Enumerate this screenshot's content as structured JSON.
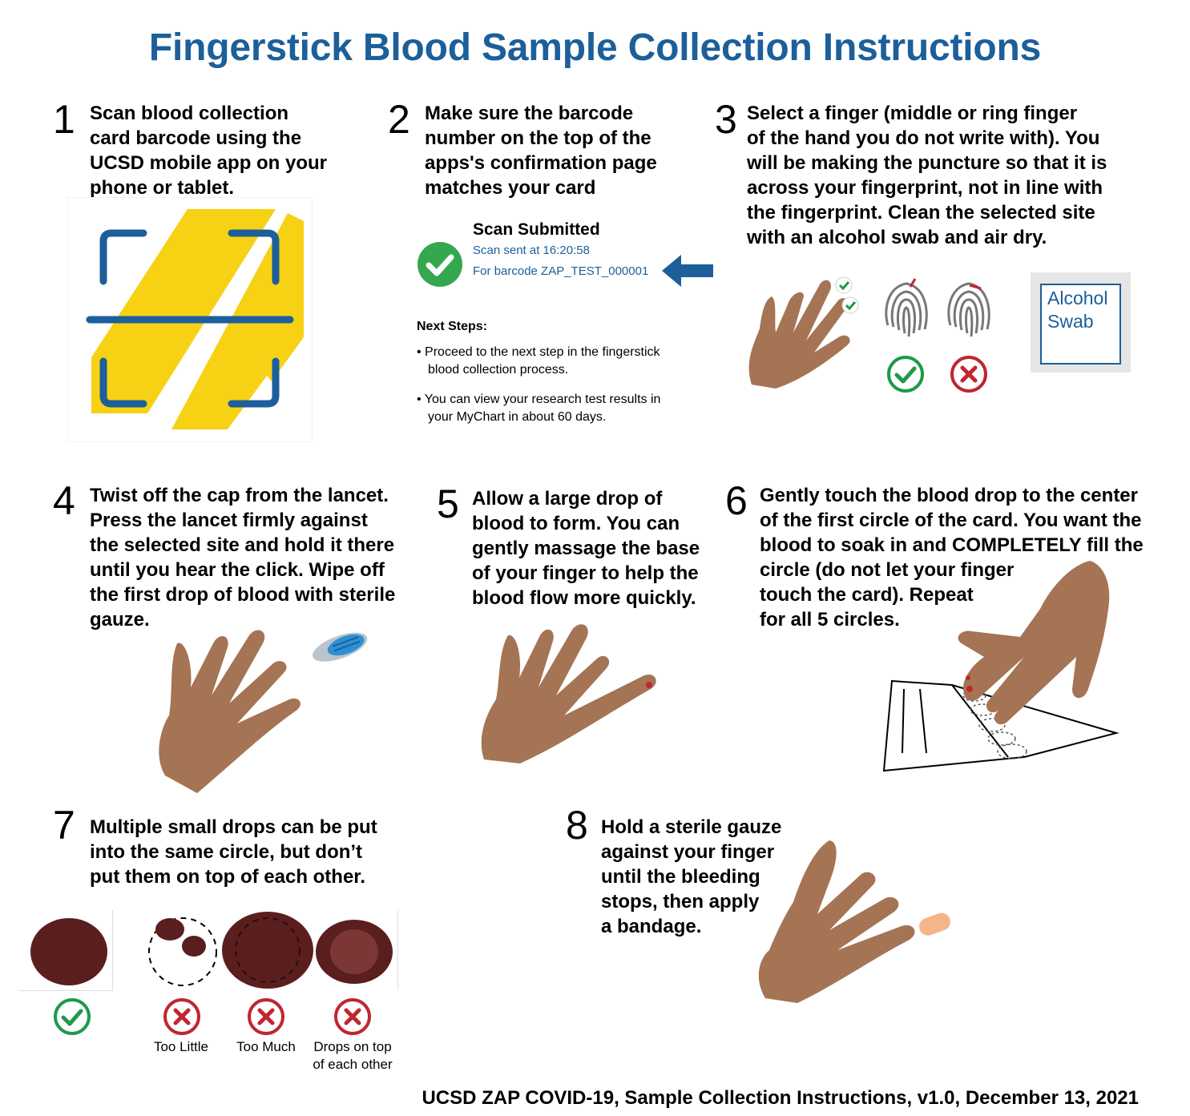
{
  "title": "Fingerstick Blood Sample Collection Instructions",
  "steps": [
    {
      "num": "1",
      "text": "Scan blood collection\ncard  barcode using the\nUCSD mobile app on your\nphone or tablet."
    },
    {
      "num": "2",
      "text": "Make sure the barcode\nnumber on the top of the\napps's confirmation page\nmatches your card"
    },
    {
      "num": "3",
      "text": "Select a finger (middle or ring finger\nof the hand you do not write with). You\nwill be making the puncture so that it is\nacross your fingerprint, not in line with\nthe fingerprint. Clean the selected site\nwith an alcohol swab and air dry."
    },
    {
      "num": "4",
      "text": "Twist off the cap from the lancet.\nPress the lancet firmly against\nthe selected site and hold it there\nuntil you hear the click. Wipe off\nthe first drop of blood with sterile\ngauze."
    },
    {
      "num": "5",
      "text": "Allow a large drop of\nblood to form. You can\ngently massage the base\nof your finger to help the\nblood flow more quickly."
    },
    {
      "num": "6",
      "text": "Gently touch the blood drop to the center\nof the first circle of the card. You want the\nblood to soak in and COMPLETELY fill the\ncircle (do not let your finger\ntouch the card). Repeat\nfor all 5 circles."
    },
    {
      "num": "7",
      "text": "Multiple small drops can be put\ninto the same circle, but don’t\nput them on top of each other."
    },
    {
      "num": "8",
      "text": "Hold a sterile gauze\nagainst your finger\nuntil the bleeding\nstops, then apply\na bandage."
    }
  ],
  "confirmation": {
    "heading": "Scan Submitted",
    "sent": "Scan sent at 16:20:58",
    "barcode": "For barcode ZAP_TEST_000001",
    "next_heading": "Next Steps:",
    "bullets": [
      "• Proceed to the next step in the fingerstick blood collection process.",
      "• You can view your research test results in your MyChart in about 60 days."
    ]
  },
  "swab_label": "Alcohol\nSwab",
  "drop_captions": [
    "Too Little",
    "Too Much",
    "Drops on top\nof each other"
  ],
  "footer": "UCSD ZAP COVID-19, Sample Collection Instructions, v1.0, December 13, 2021",
  "colors": {
    "title_blue": "#1c5f9a",
    "skin": "#a57454",
    "check_green": "#1e9a48",
    "x_red": "#c0262f",
    "blood": "#5a1e1e",
    "app_yellow": "#f7d114"
  }
}
